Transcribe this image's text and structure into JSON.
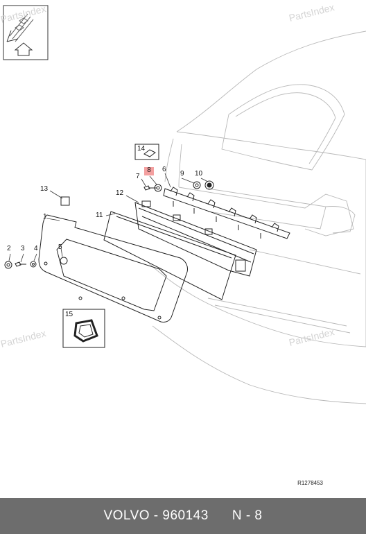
{
  "watermark": "PartsIndex",
  "callouts": {
    "c1": "1",
    "c2": "2",
    "c3": "3",
    "c4": "4",
    "c5": "5",
    "c6": "6",
    "c7": "7",
    "c8": "8",
    "c9": "9",
    "c10": "10",
    "c11": "11",
    "c12": "12",
    "c13": "13",
    "c14": "14",
    "c15": "15"
  },
  "highlight_color": "#f4a0a0",
  "reference_code": "R1278453",
  "footer": {
    "part_label": "VOLVO - 960143",
    "section_label": "N - 8",
    "background": "#6d6d6d"
  }
}
